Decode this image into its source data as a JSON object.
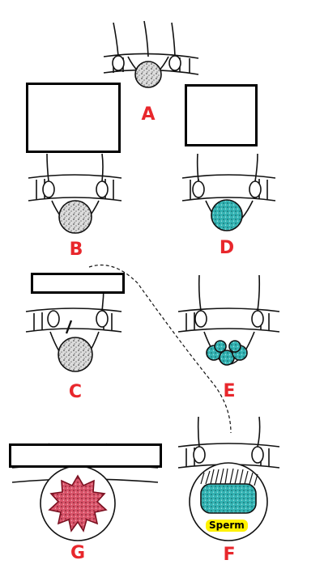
{
  "panels": {
    "a": {
      "label": "A"
    },
    "b": {
      "label": "B"
    },
    "c": {
      "label": "C"
    },
    "d": {
      "label": "D"
    },
    "e": {
      "label": "E"
    },
    "f": {
      "label": "F",
      "callout": "Sperm"
    },
    "g": {
      "label": "G"
    }
  },
  "colors": {
    "label_red": "#e8272c",
    "ink": "#111111",
    "teal_cells": "#2aa7a8",
    "pink_ball": "#d9546a",
    "sperm_highlight": "#fff200"
  }
}
